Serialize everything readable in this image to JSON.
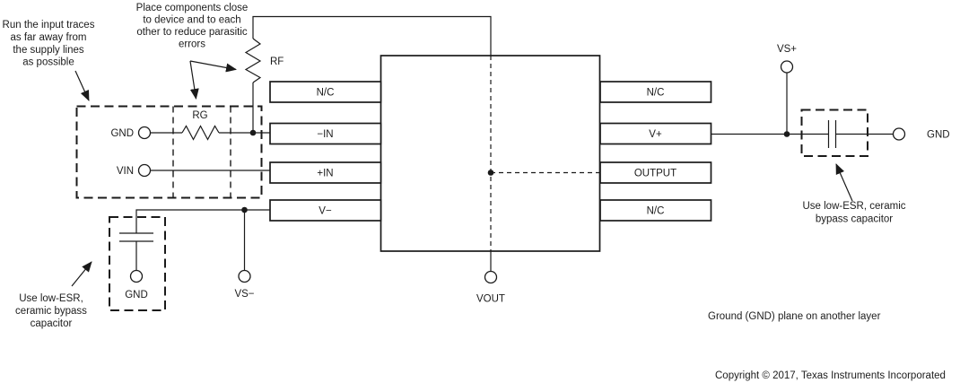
{
  "diagram": {
    "notes": {
      "input_traces": [
        "Run the input traces",
        "as far away from",
        "the supply lines",
        "as possible"
      ],
      "place_components": [
        "Place components close",
        "to device and to each",
        "other to reduce parasitic",
        "errors"
      ],
      "bypass_left": [
        "Use low-ESR,",
        "ceramic bypass",
        "capacitor"
      ],
      "bypass_right": [
        "Use low-ESR, ceramic",
        "bypass capacitor"
      ],
      "ground_plane": "Ground (GND) plane on another layer",
      "copyright": "Copyright © 2017, Texas Instruments Incorporated"
    },
    "resistors": {
      "rf": "RF",
      "rg": "RG"
    },
    "pins_left": [
      "N/C",
      "−IN",
      "+IN",
      "V−"
    ],
    "pins_right": [
      "N/C",
      "V+",
      "OUTPUT",
      "N/C"
    ],
    "terminals": {
      "gnd_input": "GND",
      "vin": "VIN",
      "gnd_bypass_left": "GND",
      "vs_minus": "VS−",
      "vout": "VOUT",
      "vs_plus": "VS+",
      "gnd_right": "GND"
    },
    "colors": {
      "line": "#1a1a1a",
      "background": "#ffffff"
    }
  }
}
